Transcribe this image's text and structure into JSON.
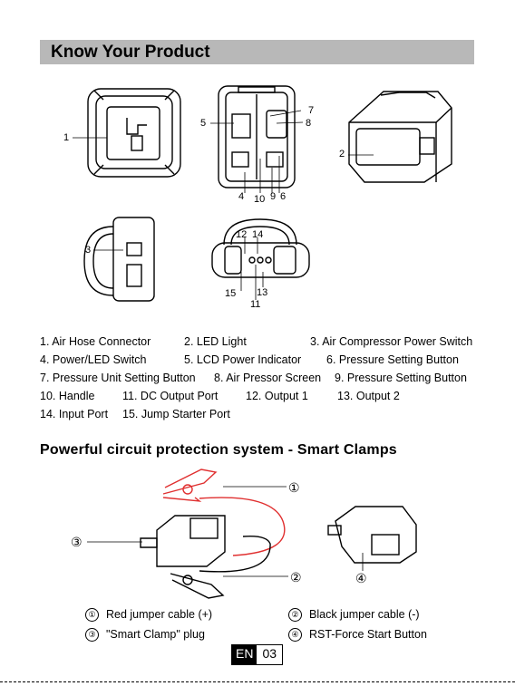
{
  "section_title": "Know Your Product",
  "callouts": {
    "c1": "1",
    "c2": "2",
    "c3": "3",
    "c4": "4",
    "c5": "5",
    "c6": "6",
    "c7": "7",
    "c8": "8",
    "c9": "9",
    "c10": "10",
    "c11": "11",
    "c12": "12",
    "c13": "13",
    "c14": "14",
    "c15": "15"
  },
  "parts": [
    "1. Air Hose Connector",
    "2. LED Light",
    "3. Air Compressor Power Switch",
    "4. Power/LED Switch",
    "5. LCD Power Indicator",
    "6. Pressure Setting Button",
    "7. Pressure Unit Setting Button",
    "8. Air Pressor Screen",
    "9. Pressure Setting Button",
    "10. Handle",
    "11. DC Output Port",
    "12. Output 1",
    "13. Output 2",
    "14. Input Port",
    "15. Jump Starter Port"
  ],
  "clamps_title": "Powerful circuit protection system - Smart Clamps",
  "clamp_callouts": {
    "k1": "①",
    "k2": "②",
    "k3": "③",
    "k4": "④"
  },
  "clamp_legend": [
    {
      "num": "①",
      "label": "Red jumper cable (+)"
    },
    {
      "num": "②",
      "label": "Black jumper cable (-)"
    },
    {
      "num": "③",
      "label": "\"Smart Clamp\" plug"
    },
    {
      "num": "④",
      "label": "RST-Force Start Button"
    }
  ],
  "page_badge": {
    "lang": "EN",
    "page": "03"
  },
  "colors": {
    "header_bar": "#b8b8b8",
    "red_cable": "#e03030"
  }
}
